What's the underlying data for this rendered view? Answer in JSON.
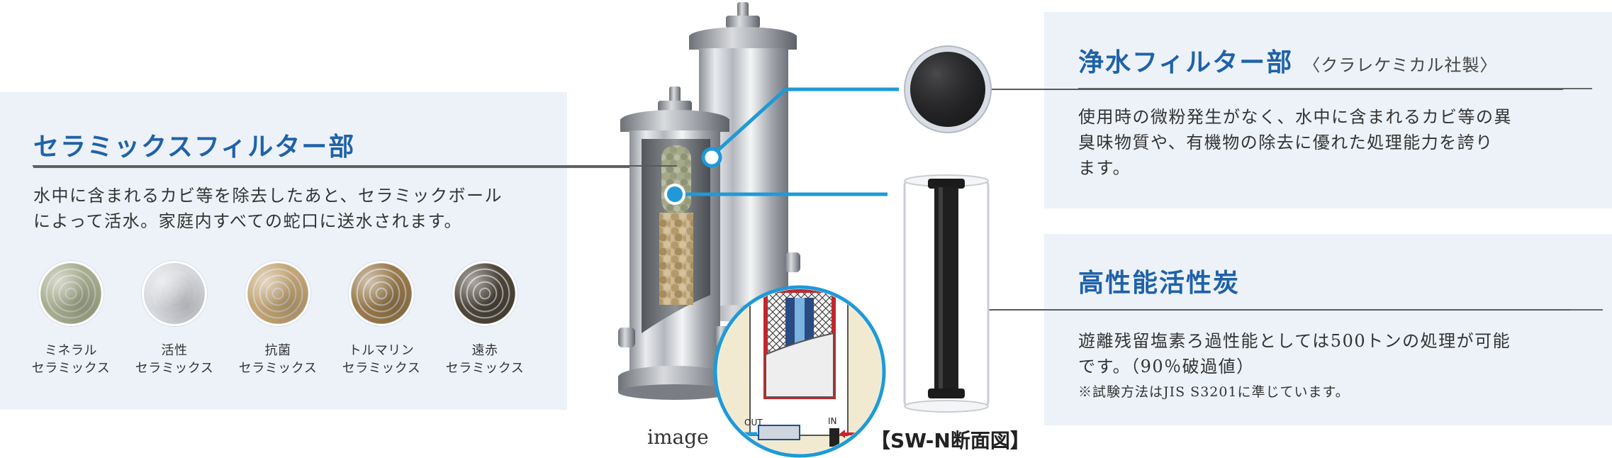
{
  "ceramic": {
    "title": "セラミックスフィルター部",
    "description_lines": [
      "水中に含まれるカビ等を除去したあと、セラミックボール",
      "によって活水。家庭内すべての蛇口に送水されます。"
    ],
    "balls": [
      {
        "line1": "ミネラル",
        "line2": "セラミックス",
        "color": "#a7ad8c"
      },
      {
        "line1": "活性",
        "line2": "セラミックス",
        "color": "#d6d8dc"
      },
      {
        "line1": "抗菌",
        "line2": "セラミックス",
        "color": "#c4a572"
      },
      {
        "line1": "トルマリン",
        "line2": "セラミックス",
        "color": "#9a7a4a"
      },
      {
        "line1": "遠赤",
        "line2": "セラミックス",
        "color": "#4d4538"
      }
    ]
  },
  "purify": {
    "title": "浄水フィルター部",
    "subtitle": "〈クラレケミカル社製〉",
    "description_lines": [
      "使用時の微粉発生がなく、水中に含まれるカビ等の異",
      "臭味物質や、有機物の除去に優れた処理能力を誇り",
      "ます。"
    ]
  },
  "carbon": {
    "title": "高性能活性炭",
    "description_lines": [
      "遊離残留塩素ろ過性能としては500トンの処理が可能",
      "です。（90％破過値）"
    ],
    "note": "※試験方法はJIS S3201に準じています。"
  },
  "captions": {
    "image": "image",
    "section": "【SW-N断面図】",
    "out_label": "OUT",
    "in_label": "IN"
  },
  "colors": {
    "accent_blue": "#1f62a8",
    "callout_blue": "#1f9ad6",
    "panel_bg": "#edf2f8"
  }
}
